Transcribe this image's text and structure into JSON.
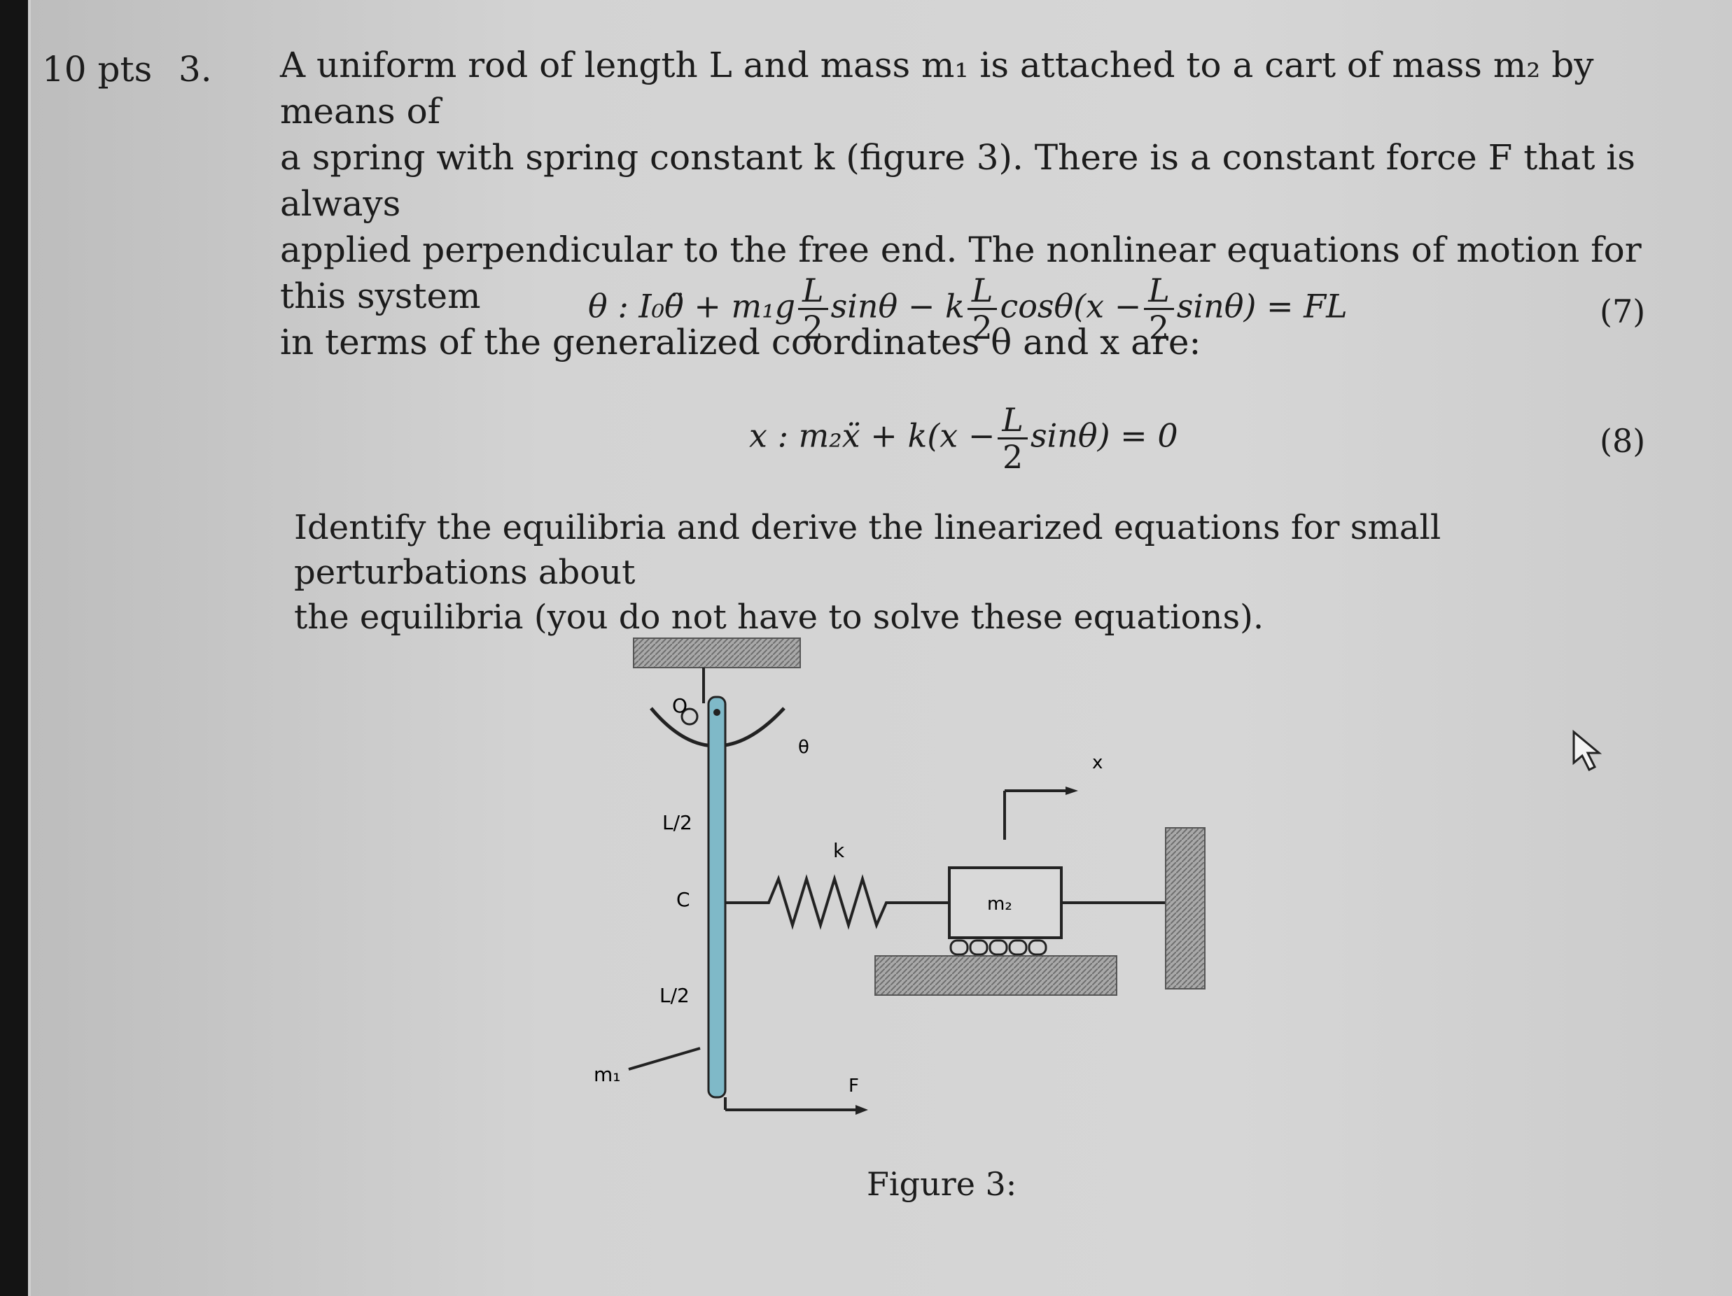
{
  "problem": {
    "points": "10 pts",
    "number": "3.",
    "intro_lines": [
      "A uniform rod of length L and mass m₁ is attached to a cart of mass m₂ by means of",
      "a spring with spring constant k (figure 3). There is a constant force F that is always",
      "applied perpendicular to the free end. The nonlinear equations of motion for this system",
      "in terms of the generalized coordinates θ and x are:"
    ],
    "eq7": {
      "lhs_a": "θ : I₀θ̈ + m₁g",
      "frac1_num": "L",
      "frac1_den": "2",
      "mid_a": "sinθ − k",
      "frac2_num": "L",
      "frac2_den": "2",
      "mid_b": "cosθ(x −",
      "frac3_num": "L",
      "frac3_den": "2",
      "rhs": "sinθ) = FL",
      "label": "(7)"
    },
    "eq8": {
      "lhs": "x : m₂ẍ + k(x −",
      "frac_num": "L",
      "frac_den": "2",
      "rhs": "sinθ) = 0",
      "label": "(8)"
    },
    "question_lines": [
      "Identify the equilibria and derive the linearized equations for small perturbations about",
      "the equilibria (you do not have to solve these equations)."
    ]
  },
  "figure": {
    "labels": {
      "pivot": "O",
      "theta": "θ",
      "x": "x",
      "half_top": "L/2",
      "center": "C",
      "half_bottom": "L/2",
      "spring": "k",
      "cart": "m₂",
      "rod_mass": "m₁",
      "force": "F"
    },
    "caption": "Figure 3:"
  }
}
